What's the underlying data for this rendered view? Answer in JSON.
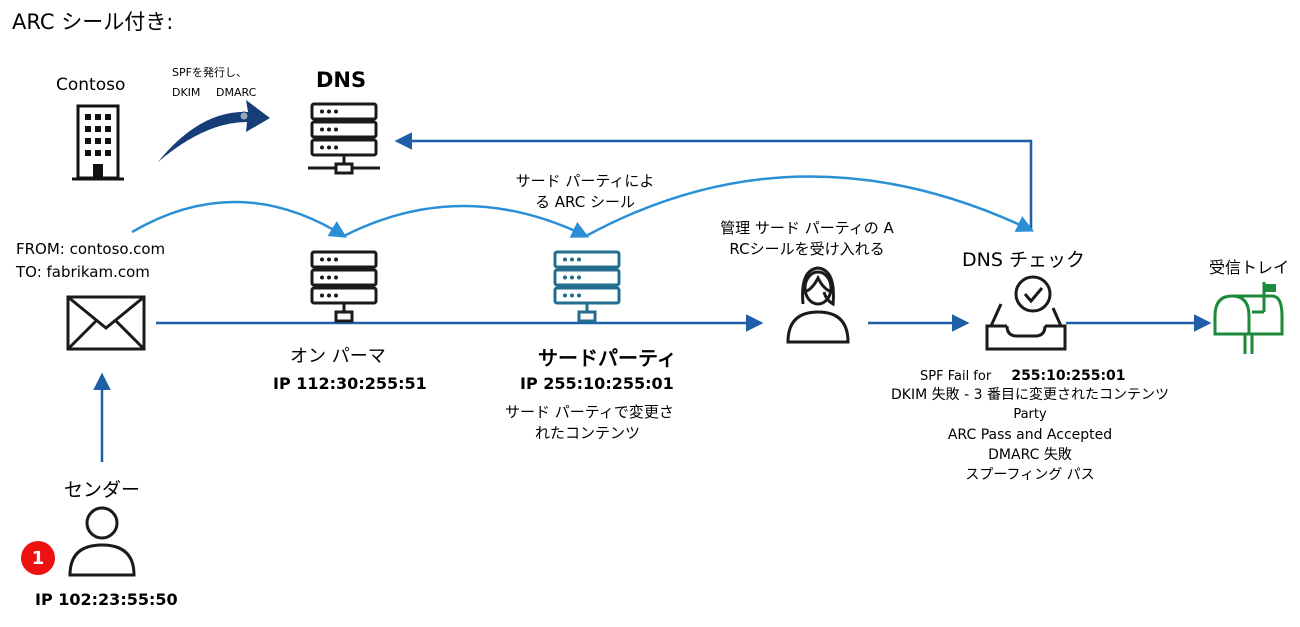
{
  "title": "ARC シール付き:",
  "contoso": {
    "label": "Contoso"
  },
  "publish": {
    "line1": "SPFを発行し、",
    "dkim": "DKIM",
    "dmarc": "DMARC"
  },
  "dns": {
    "label": "DNS"
  },
  "thirdparty_arc": {
    "line1": "サード パーティによ",
    "line2": "る ARC シール"
  },
  "mail": {
    "from": "FROM: contoso.com",
    "to": "TO: fabrikam.com"
  },
  "onprem": {
    "label": "オン パーマ",
    "ip": "IP 112:30:255:51"
  },
  "thirdparty": {
    "label": "サードパーティ",
    "ip": "IP 255:10:255:01",
    "note1": "サード パーティで変更さ",
    "note2": "れたコンテンツ"
  },
  "admin": {
    "line1": "管理 サード パーティの A",
    "line2": "RCシールを受け入れる"
  },
  "dnscheck": {
    "label": "DNS チェック",
    "spf_prefix": "SPF Fail for",
    "spf_ip": "255:10:255:01",
    "dkim": "DKIM 失敗 - 3 番目に変更されたコンテンツ",
    "party": "Party",
    "arc": "ARC Pass and Accepted",
    "dmarc": "DMARC 失敗",
    "spoof": "スプーフィング パス"
  },
  "inbox": {
    "label": "受信トレイ"
  },
  "sender": {
    "label": "センダー",
    "ip": "IP 102:23:55:50",
    "badge": "1"
  },
  "colors": {
    "arrow": "#1f5fa8",
    "arc": "#2b8fd6",
    "server": "#1a1a1a",
    "server_tp": "#236e8f",
    "inbox": "#1b8a3a",
    "badge": "#e11111"
  }
}
